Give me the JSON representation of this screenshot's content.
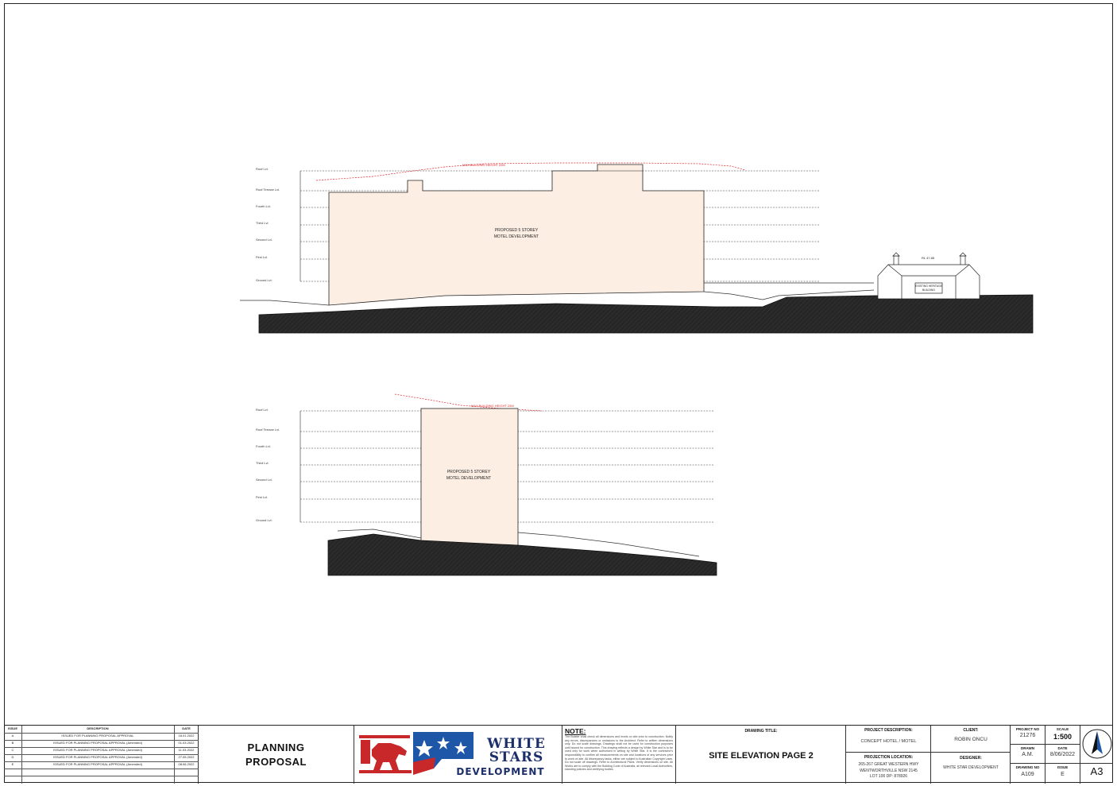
{
  "drawing": {
    "elevation1": {
      "max_height_label": "MAX BUILDING HEIGHT 22M",
      "building_label_line1": "PROPOSED 5 STOREY",
      "building_label_line2": "MOTEL DEVELOPMENT",
      "levels": [
        "Roof Lvl.",
        "Roof Terrace Lvl.",
        "Fourth Lvl.",
        "Third Lvl.",
        "Second Lvl.",
        "First Lvl.",
        "Ground Lvl."
      ],
      "heritage_rl": "RL 47.85",
      "heritage_label_line1": "EXISTING HERITAGE",
      "heritage_label_line2": "BUILDING"
    },
    "elevation2": {
      "max_height_label": "MAX BUILDING HEIGHT 22M",
      "building_label_line1": "PROPOSED 5 STOREY",
      "building_label_line2": "MOTEL DEVELOPMENT",
      "levels": [
        "Roof Lvl.",
        "Roof Terrace Lvl.",
        "Fourth Lvl.",
        "Third Lvl.",
        "Second Lvl.",
        "First Lvl.",
        "Ground Lvl."
      ]
    }
  },
  "title_block": {
    "issue_header": {
      "issue": "ISSUE",
      "description": "DESCRIPTION",
      "date": "DATE"
    },
    "issues": [
      {
        "issue": "A",
        "description": "ISSUED FOR PLANNING PROPOSAL APPROVAL",
        "date": "18.01.2022"
      },
      {
        "issue": "B",
        "description": "ISSUED FOR PLANNING PROPOSAL APPROVAL (Amended)",
        "date": "01.03.2022"
      },
      {
        "issue": "C",
        "description": "ISSUED FOR PLANNING PROPOSAL APPROVAL (Amended)",
        "date": "11.03.2022"
      },
      {
        "issue": "D",
        "description": "ISSUED FOR PLANNING PROPOSAL APPROVAL (Amended)",
        "date": "27.05.2022"
      },
      {
        "issue": "E",
        "description": "ISSUED FOR PLANNING PROPOSAL APPROVAL (Amended)",
        "date": "08.06.2022"
      }
    ],
    "planning_line1": "PLANNING",
    "planning_line2": "PROPOSAL",
    "logo_line1": "WHITE",
    "logo_line2": "STARS",
    "logo_line3": "DEVELOPMENT",
    "note_title": "NOTE:",
    "note_text": "The Builder shall check all dimensions and levels on site prior to construction. Notify any errors, discrepancies or omissions to the Architect. Refer to written dimensions only. Do not scale drawings. Drawings shall not be used for construction purposes until issued for construction. This drawing reflects a design by White Star and is to be used only for work when authorised in writing by White Star. It is the contractor's responsibility to confirm all measurements on site and locations of any services prior to work on site. All discrepancy tasks, either are subject to Australian Copyright Laws. Do not scale off drawings. Refer to Architectural Plans. Verify dimensions on site. All Works are to comply with the Building Code of Australia, all relevant Local Authorities, standing policies and certifying bodies.",
    "drawing_title_label": "DRAWING TITLE:",
    "drawing_title": "SITE ELEVATION PAGE 2",
    "project_description_label": "PROJECT DESCRIPTION:",
    "project_description": "CONCEPT HOTEL / MOTEL",
    "project_location_label": "PROJECTION LOCATION:",
    "project_location_line1": "265-267 GREAT WESTERN HWY",
    "project_location_line2": "WENTWORTHVILLE NSW 2145",
    "project_location_line3": "LOT 100     DP: 878926",
    "client_label": "CLIENT:",
    "client": "ROBIN ONCU",
    "designer_label": "DESIGNER:",
    "designer": "WHITE STAR DEVELOPMENT",
    "project_no_label": "PROJECT NO",
    "project_no": "21276",
    "scale_label": "SCALE",
    "scale": "1:500",
    "drawn_label": "DRAWN",
    "drawn": "A.M.",
    "date_label": "DATE",
    "date": "8/06/2022",
    "drawing_no_label": "DRAWING NO",
    "drawing_no": "A109",
    "issue_label": "ISSUE",
    "issue": "E",
    "sheet_size": "A3"
  },
  "colors": {
    "building_fill": "#fdeee3",
    "ground_fill": "#262626",
    "max_height_line": "#e0282a",
    "logo_red": "#c8282a",
    "logo_blue": "#1f57a8"
  },
  "icons": [
    "north-arrow-icon",
    "horse-logo-icon",
    "stars-logo-icon"
  ]
}
